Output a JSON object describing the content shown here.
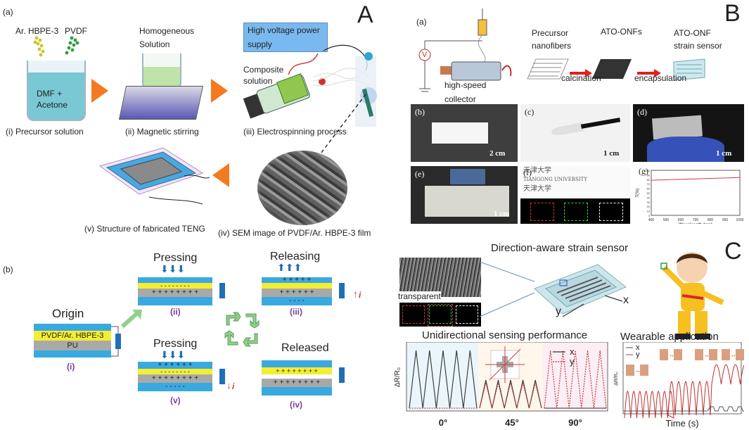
{
  "panelA": {
    "letter": "A",
    "sub_a": "(a)",
    "ar_label": "Ar. HBPE-3",
    "pvdf_label": "PVDF",
    "beaker_text1": "DMF +",
    "beaker_text2": "Acetone",
    "homog1": "Homogeneous",
    "homog2": "Solution",
    "hv1": "High voltage power",
    "hv2": "supply",
    "comp1": "Composite",
    "comp2": "solution",
    "step1": "(i) Precursor solution",
    "step2": "(ii) Magnetic stirring",
    "step3": "(iii) Electrospinning process",
    "step4": "(iv) SEM image of PVDF/Ar. HBPE-3 film",
    "step5": "(v) Structure of fabricated TENG",
    "sub_b": "(b)",
    "origin": "Origin",
    "layer_top": "PVDF/Ar. HBPE-3",
    "layer_pu": "PU",
    "i_label": "(i)",
    "pressing1": "Pressing",
    "ii_label": "(ii)",
    "releasing": "Releasing",
    "iii_label": "(iii)",
    "pressing2": "Pressing",
    "v_label": "(v)",
    "released": "Released",
    "iv_label": "(iv)",
    "current": "i"
  },
  "panelB": {
    "letter": "B",
    "sub_a": "(a)",
    "precursor1": "Precursor",
    "precursor2": "nanofibers",
    "atoonfs": "ATO-ONFs",
    "sensor1": "ATO-ONF",
    "sensor2": "strain sensor",
    "highspeed1": "high-speed",
    "highspeed2": "collector",
    "calcination": "calcination",
    "encapsulation": "encapsulation",
    "v_symbol": "V",
    "sub_b": "(b)",
    "sub_c": "(c)",
    "sub_d": "(d)",
    "sub_e": "(e)",
    "sub_f": "(f)",
    "sub_g": "(g)",
    "scale_b": "2 cm",
    "scale_c": "1 cm",
    "scale_d": "1 cm",
    "scale_e": "1 cm",
    "g_ylabel": "T(%)",
    "g_xlabel": "Wavelength (nm)",
    "g_xticks": [
      "400",
      "500",
      "600",
      "700",
      "800",
      "900",
      "1000"
    ],
    "g_yticks": [
      "100",
      "90",
      "80",
      "70",
      "60",
      "50",
      "40",
      "30",
      "20",
      "10",
      "0"
    ],
    "tianjin_text": "天津大学",
    "university_text": "TIANGONG UNIVERSITY"
  },
  "panelC": {
    "letter": "C",
    "title": "Direction-aware strain sensor",
    "transparent": "transparent",
    "axis_x": "x",
    "axis_y": "y",
    "uni_title": "Unidirectional sensing performance",
    "wear_title": "Wearable application",
    "legend_x": "x",
    "legend_y": "y",
    "ylabel": "ΔR/R₀",
    "angle0": "0°",
    "angle45": "45°",
    "angle90": "90°",
    "time_label": "Time (s)"
  },
  "colors": {
    "arrow_orange": "#f47a20",
    "blue_layer": "#39a9e0",
    "yellow_layer": "#f4ee32",
    "gray_layer": "#a9a9a9",
    "electrode": "#1f6fb8",
    "purple_label": "#7a3ea0",
    "green_arrow": "#8fd18a",
    "red_curve": "#d23a3a"
  }
}
